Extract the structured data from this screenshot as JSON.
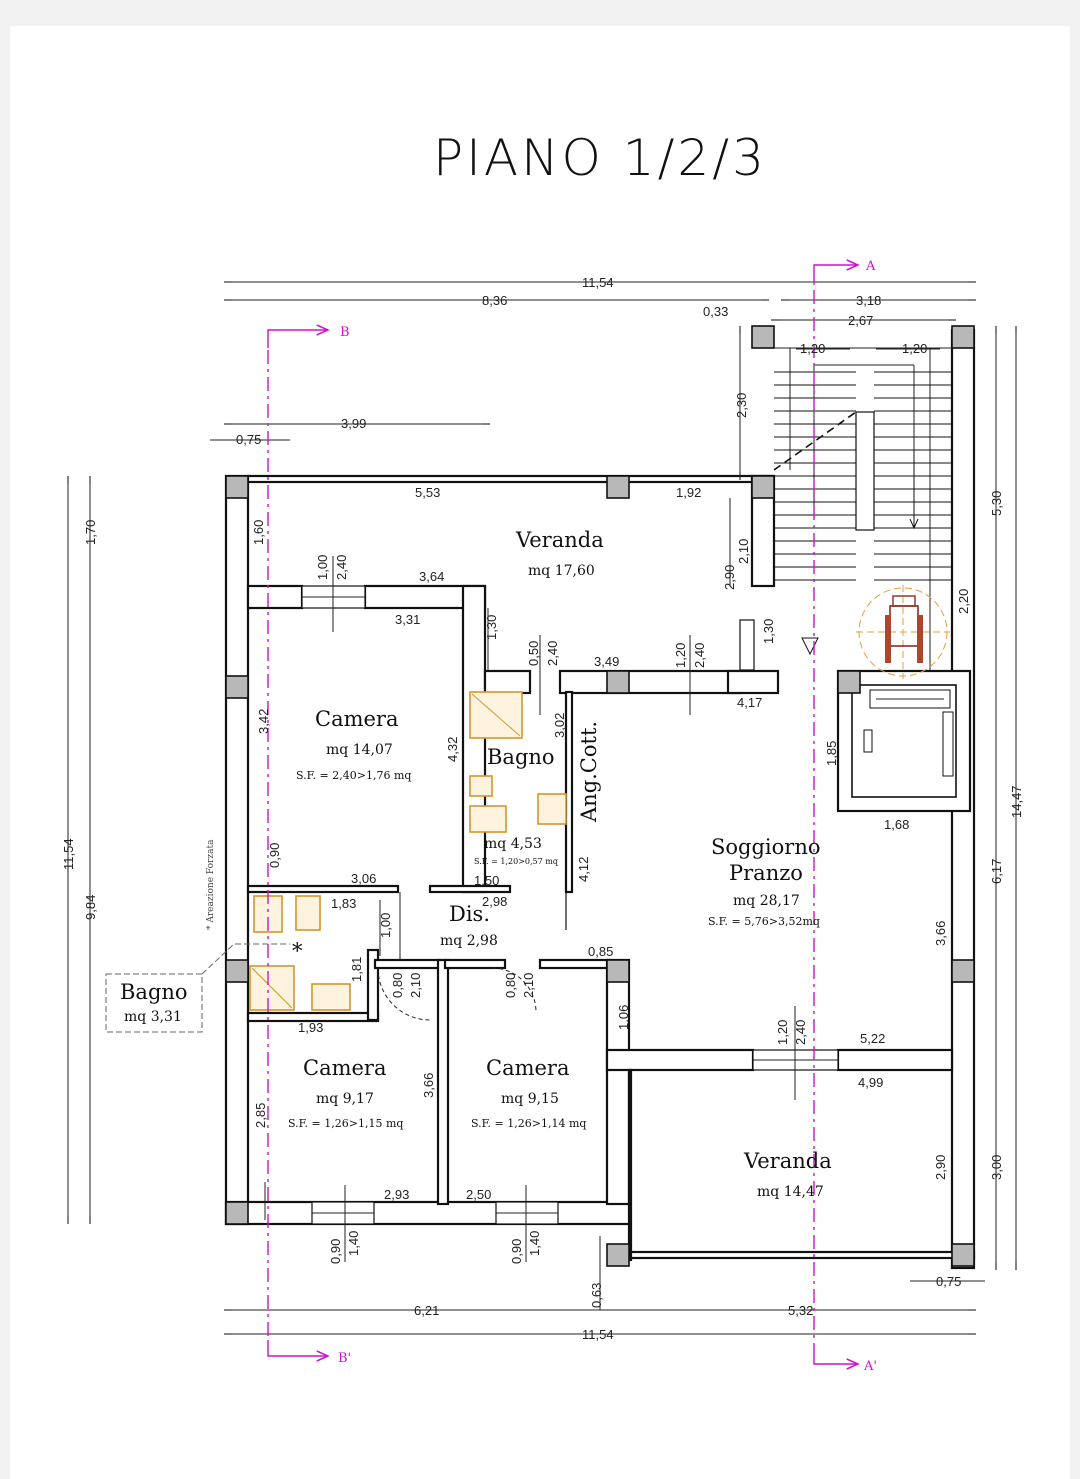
{
  "title": "PIANO  1/2/3",
  "rooms": {
    "veranda_top": {
      "name": "Veranda",
      "area": "mq 17,60"
    },
    "camera_big": {
      "name": "Camera",
      "area": "mq 14,07",
      "sf": "S.F. = 2,40>1,76 mq"
    },
    "bagno_main": {
      "name": "Bagno",
      "area": "mq 4,53",
      "sf": "S.F. = 1,20>0,57 mq"
    },
    "ang_cott": {
      "name": "Ang.Cott."
    },
    "soggiorno": {
      "name1": "Soggiorno",
      "name2": "Pranzo",
      "area": "mq 28,17",
      "sf": "S.F. = 5,76>3,52mq"
    },
    "dis": {
      "name": "Dis.",
      "area": "mq 2,98"
    },
    "bagno_small": {
      "name": "Bagno",
      "area": "mq 3,31"
    },
    "camera_left": {
      "name": "Camera",
      "area": "mq 9,17",
      "sf": "S.F. = 1,26>1,15 mq"
    },
    "camera_mid": {
      "name": "Camera",
      "area": "mq 9,15",
      "sf": "S.F. = 1,26>1,14 mq"
    },
    "veranda_bottom": {
      "name": "Veranda",
      "area": "mq 14,47"
    }
  },
  "note": "* Areazione Forzata",
  "asterisk": "*",
  "sections": {
    "a": "A",
    "a_prime": "A'",
    "b": "B",
    "b_prime": "B'"
  },
  "dims": {
    "total_top": "11,54",
    "top_left": "8,36",
    "top_gap": "0,33",
    "top_right": "3,18",
    "stair_width": "2,67",
    "stair_run_left": "1,20",
    "stair_run_right": "1,20",
    "stair_height": "2,30",
    "left_399": "3,99",
    "left_075": "0,75",
    "veranda_553": "5,53",
    "veranda_192": "1,92",
    "v160": "1,60",
    "v100": "1,00",
    "v240a": "2,40",
    "d364": "3,64",
    "d331": "3,31",
    "v130a": "1,30",
    "v050": "0,50",
    "v240b": "2,40",
    "d349": "3,49",
    "v120a": "1,20",
    "v240c": "2,40",
    "v290a": "2,90",
    "v210a": "2,10",
    "v130b": "1,30",
    "d417": "4,17",
    "v220": "2,20",
    "v342": "3,42",
    "v432": "4,32",
    "v302": "3,02",
    "v185": "1,85",
    "d168": "1,68",
    "v090a": "0,90",
    "d306": "3,06",
    "d183": "1,83",
    "v100b": "1,00",
    "d150": "1,50",
    "d298": "2,98",
    "v412": "4,12",
    "v181": "1,81",
    "v080a": "0,80",
    "v210b": "2,10",
    "v080b": "0,80",
    "v210c": "2,10",
    "d085": "0,85",
    "v366a": "3,66",
    "d193": "1,93",
    "v106": "1,06",
    "v120b": "1,20",
    "v240d": "2,40",
    "d522": "5,22",
    "d499": "4,99",
    "v285": "2,85",
    "v366b": "3,66",
    "d293": "2,93",
    "d250": "2,50",
    "v290b": "2,90",
    "v090b": "0,90",
    "v140a": "1,40",
    "v090c": "0,90",
    "v140b": "1,40",
    "v063": "0,63",
    "d075b": "0,75",
    "total_bottom_left": "6,21",
    "total_bottom_right": "5,32",
    "total_bottom": "11,54",
    "left_total": "11,54",
    "left_984": "9,84",
    "left_170": "1,70",
    "right_530": "5,30",
    "right_617": "6,17",
    "right_300": "3,00",
    "right_1447": "14,47"
  }
}
